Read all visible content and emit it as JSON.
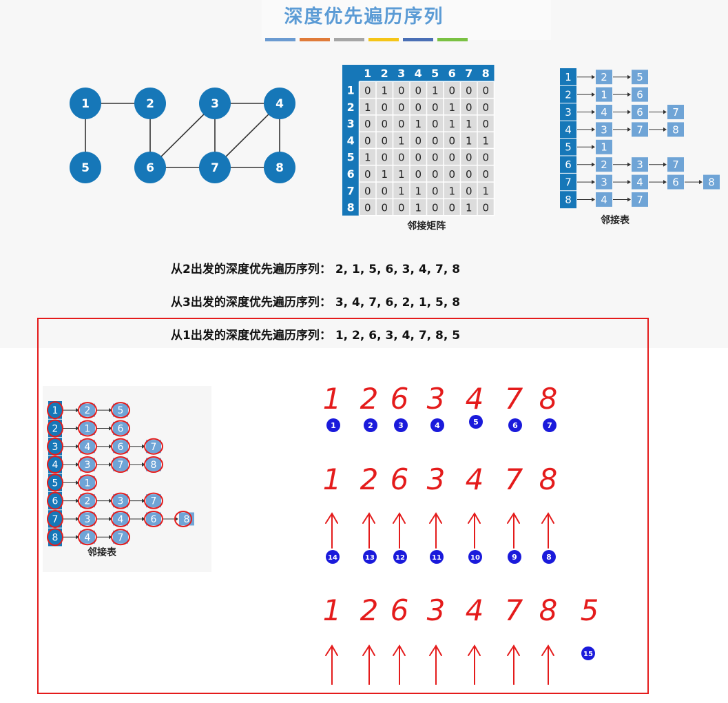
{
  "title": "深度优先遍历序列",
  "color_bars": [
    "#6b9bd1",
    "#e07b39",
    "#a6a6a6",
    "#f5c518",
    "#4a6fb5",
    "#7ac143"
  ],
  "graph": {
    "nodes": [
      "1",
      "2",
      "3",
      "4",
      "5",
      "6",
      "7",
      "8"
    ],
    "edges": [
      [
        "1",
        "2"
      ],
      [
        "1",
        "5"
      ],
      [
        "2",
        "6"
      ],
      [
        "3",
        "4"
      ],
      [
        "3",
        "6"
      ],
      [
        "3",
        "7"
      ],
      [
        "4",
        "7"
      ],
      [
        "4",
        "8"
      ],
      [
        "6",
        "7"
      ],
      [
        "7",
        "8"
      ]
    ],
    "node_color": "#1677b8"
  },
  "matrix": {
    "caption": "邻接矩阵",
    "headers": [
      "1",
      "2",
      "3",
      "4",
      "5",
      "6",
      "7",
      "8"
    ],
    "rows": [
      [
        "0",
        "1",
        "0",
        "0",
        "1",
        "0",
        "0",
        "0"
      ],
      [
        "1",
        "0",
        "0",
        "0",
        "0",
        "1",
        "0",
        "0"
      ],
      [
        "0",
        "0",
        "0",
        "1",
        "0",
        "1",
        "1",
        "0"
      ],
      [
        "0",
        "0",
        "1",
        "0",
        "0",
        "0",
        "1",
        "1"
      ],
      [
        "1",
        "0",
        "0",
        "0",
        "0",
        "0",
        "0",
        "0"
      ],
      [
        "0",
        "1",
        "1",
        "0",
        "0",
        "0",
        "0",
        "0"
      ],
      [
        "0",
        "0",
        "1",
        "1",
        "0",
        "1",
        "0",
        "1"
      ],
      [
        "0",
        "0",
        "0",
        "1",
        "0",
        "0",
        "1",
        "0"
      ]
    ],
    "header_color": "#1677b8"
  },
  "adjacency_list": {
    "caption": "邻接表",
    "rows": [
      {
        "head": "1",
        "items": [
          "2",
          "5"
        ]
      },
      {
        "head": "2",
        "items": [
          "1",
          "6"
        ]
      },
      {
        "head": "3",
        "items": [
          "4",
          "6",
          "7"
        ]
      },
      {
        "head": "4",
        "items": [
          "3",
          "7",
          "8"
        ]
      },
      {
        "head": "5",
        "items": [
          "1"
        ]
      },
      {
        "head": "6",
        "items": [
          "2",
          "3",
          "7"
        ]
      },
      {
        "head": "7",
        "items": [
          "3",
          "4",
          "6",
          "8"
        ]
      },
      {
        "head": "8",
        "items": [
          "4",
          "7"
        ]
      }
    ],
    "head_color": "#1677b8",
    "item_color": "#6fa4d6"
  },
  "sequences": [
    {
      "label": "从2出发的深度优先遍历序列：",
      "value": "2, 1, 5, 6, 3, 4, 7, 8"
    },
    {
      "label": "从3出发的深度优先遍历序列：",
      "value": "3, 4, 7, 6, 2, 1, 5, 8"
    },
    {
      "label": "从1出发的深度优先遍历序列：",
      "value": "1, 2, 6, 3, 4, 7, 8, 5"
    }
  ],
  "annotation": {
    "list_caption": "邻接表",
    "row1_digits": [
      "1",
      "2",
      "6",
      "3",
      "4",
      "7",
      "8"
    ],
    "row1_badges": [
      "1",
      "2",
      "3",
      "4",
      "5",
      "6",
      "7"
    ],
    "row2_digits": [
      "1",
      "2",
      "6",
      "3",
      "4",
      "7",
      "8"
    ],
    "row2_badges": [
      "14",
      "13",
      "12",
      "11",
      "10",
      "9",
      "8"
    ],
    "row3_digits": [
      "1",
      "2",
      "6",
      "3",
      "4",
      "7",
      "8",
      "5"
    ],
    "row3_badge": "15",
    "ink_color": "#e41b1b",
    "badge_color": "#1a1adb"
  }
}
